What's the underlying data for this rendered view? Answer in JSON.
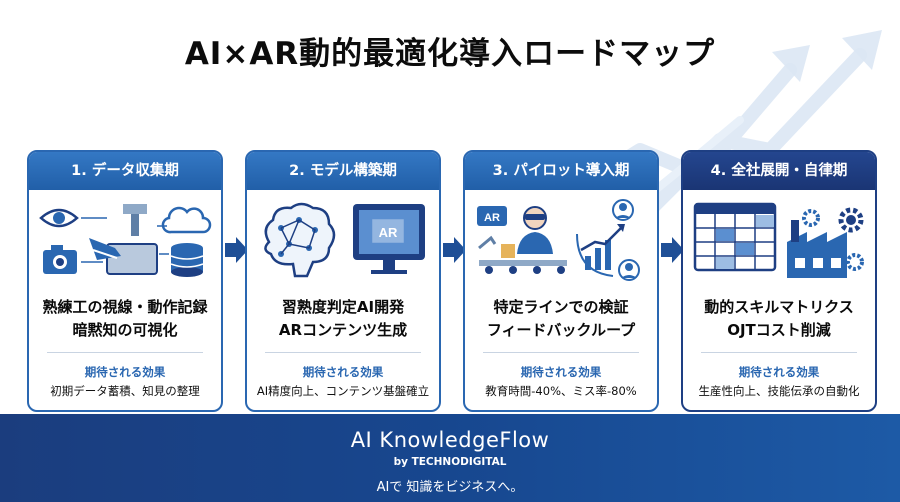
{
  "title": "AI×AR動的最適化導入ロードマップ",
  "colors": {
    "primary": "#2a67b1",
    "dark": "#1e3f83",
    "footer": "#17478f"
  },
  "phases": [
    {
      "header": "1. データ収集期",
      "lines": [
        "熟練工の視線・動作記録",
        "暗黙知の可視化"
      ],
      "effect_label": "期待される効果",
      "effect": "初期データ蓄積、知見の整理",
      "icons": [
        "eye-icon",
        "camera-icon",
        "worker-machine-icon",
        "cloud-database-icon"
      ]
    },
    {
      "header": "2. モデル構築期",
      "lines": [
        "習熟度判定AI開発",
        "ARコンテンツ生成"
      ],
      "effect_label": "期待される効果",
      "effect": "AI精度向上、コンテンツ基盤確立",
      "icons": [
        "brain-network-icon",
        "ar-monitor-icon"
      ]
    },
    {
      "header": "3. パイロット導入期",
      "lines": [
        "特定ラインでの検証",
        "フィードバックループ"
      ],
      "effect_label": "期待される効果",
      "effect": "教育時間-40%、ミス率-80%",
      "icons": [
        "ar-headset-worker-icon",
        "growth-chart-icon",
        "feedback-loop-icon"
      ]
    },
    {
      "header": "4. 全社展開・自律期",
      "lines": [
        "動的スキルマトリクス",
        "OJTコスト削減"
      ],
      "effect_label": "期待される効果",
      "effect": "生産性向上、技能伝承の自動化",
      "icons": [
        "skill-matrix-icon",
        "factory-icon",
        "gear-icon"
      ]
    }
  ],
  "footer": {
    "brand": "AI KnowledgeFlow",
    "sub": "by TECHNODIGITAL",
    "tagline": "AIで 知識をビジネスへ。"
  }
}
